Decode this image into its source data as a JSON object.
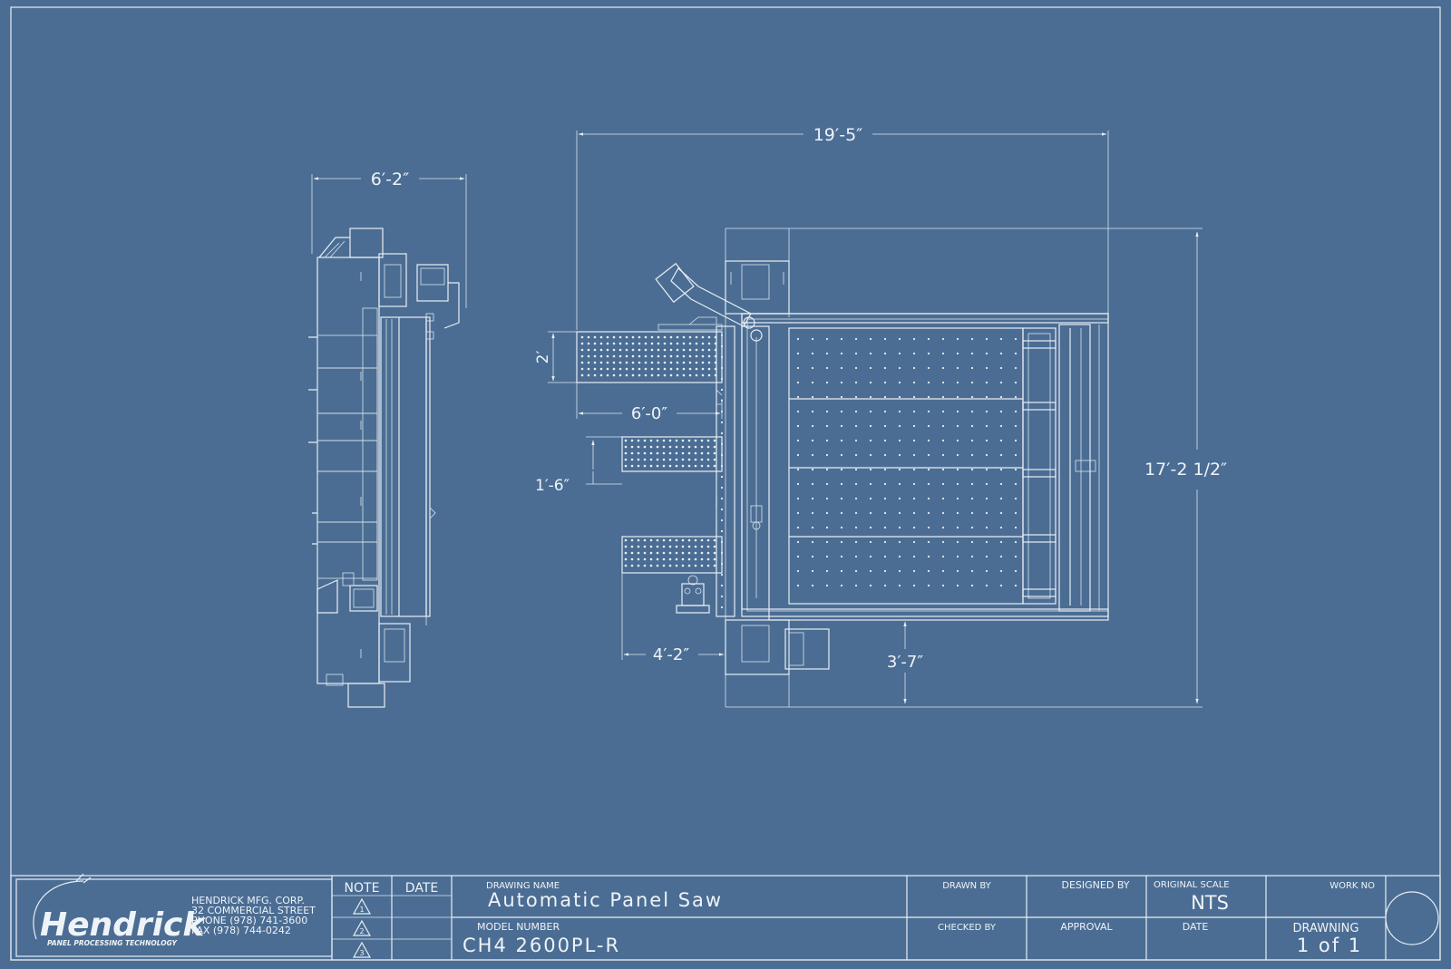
{
  "dimensions": {
    "side_width": "6′-2″",
    "overall_length": "19′-5″",
    "overall_depth": "17′-2 1/2″",
    "support_depth": "2′",
    "support_length": "6′-0″",
    "support_gap": "1′-6″",
    "lower_extension": "4′-2″",
    "front_clearance": "3′-7″"
  },
  "company": {
    "logo_text": "Hendrick",
    "logo_tagline": "PANEL PROCESSING TECHNOLOGY",
    "name": "HENDRICK MFG. CORP.",
    "address": "32 COMMERCIAL STREET",
    "phone": "PHONE (978) 741-3600",
    "fax": "FAX (978) 744-0242"
  },
  "title_block": {
    "note_header": "NOTE",
    "date_header": "DATE",
    "note_symbols": [
      "1",
      "2",
      "3"
    ],
    "drawing_name_label": "DRAWING NAME",
    "drawing_name": "Automatic Panel Saw",
    "model_number_label": "MODEL NUMBER",
    "model_number": "CH4 2600PL-R",
    "drawn_by_label": "DRAWN BY",
    "designed_by_label": "DESIGNED BY",
    "original_scale_label": "ORIGINAL SCALE",
    "original_scale": "NTS",
    "work_no_label": "WORK NO",
    "checked_by_label": "CHECKED BY",
    "approval_label": "APPROVAL",
    "date_label": "DATE",
    "drawning_label": "DRAWNING",
    "sheet": "1 of 1"
  },
  "colors": {
    "background": "#4b6d93",
    "linework": "#e8eef5"
  }
}
